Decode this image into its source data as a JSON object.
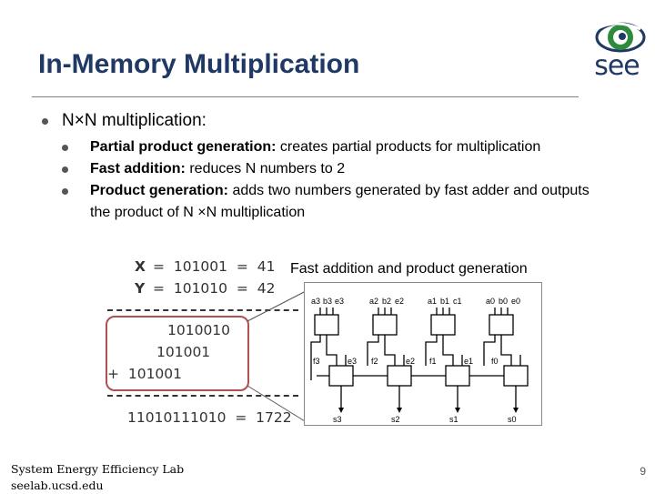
{
  "slide": {
    "title": "In-Memory Multiplication",
    "logo_text": "see",
    "page_number": "9"
  },
  "bullets": {
    "main": "N×N multiplication:",
    "sub": [
      {
        "bold": "Partial product generation:",
        "text": " creates partial products for multiplication"
      },
      {
        "bold": "Fast addition:",
        "text": " reduces N numbers to 2"
      },
      {
        "bold": "Product generation:",
        "text": " adds two numbers generated by fast adder and outputs the product of N ×N multiplication"
      }
    ]
  },
  "arithmetic": {
    "x_label": "X",
    "x_eq": "=  101001  =  41",
    "y_label": "Y",
    "y_eq": "=  101010  =  42",
    "pp1": "1010010",
    "pp2": "101001",
    "pp3": "+  101001",
    "result": "11010111010  =  1722"
  },
  "diagram": {
    "title": "Fast addition and product generation",
    "top_inputs": [
      "a3",
      "b3",
      "e3",
      "a2",
      "b2",
      "e2",
      "a1",
      "b1",
      "c1",
      "a0",
      "b0",
      "e0"
    ],
    "mid_labels": [
      "f3",
      "e3",
      "f2",
      "e2",
      "f1",
      "e1",
      "f0"
    ],
    "outputs": [
      "s3",
      "s2",
      "s1",
      "s0"
    ]
  },
  "footer": {
    "line1": "System Energy Efficiency Lab",
    "line2": "seelab.ucsd.edu"
  },
  "colors": {
    "title": "#1f3864",
    "box_border": "#b05050"
  }
}
